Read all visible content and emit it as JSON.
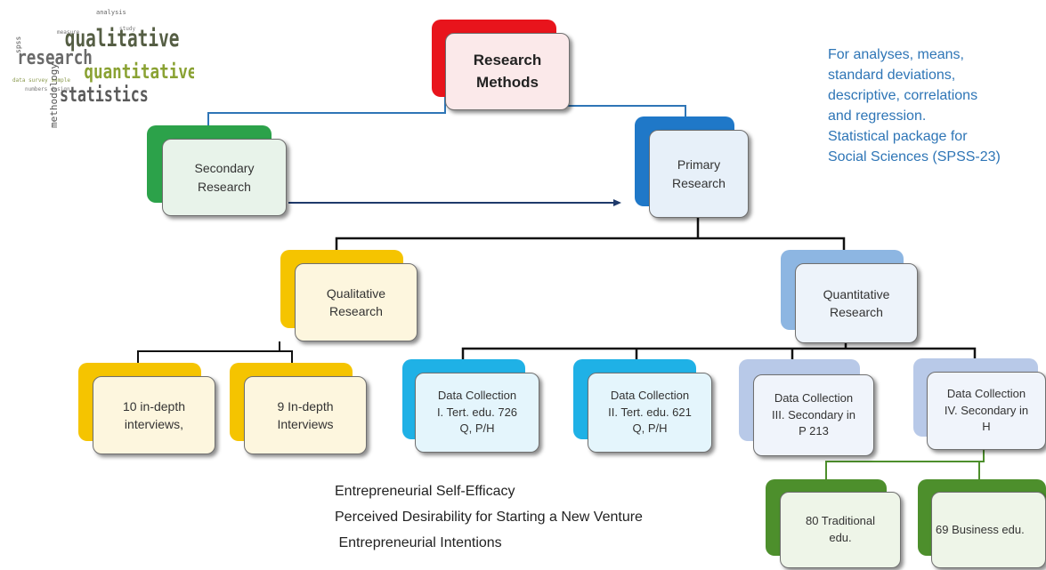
{
  "word_cloud": {
    "words": [
      "qualitative",
      "research",
      "quantitative",
      "statistics",
      "methodology",
      "spss",
      "analysis"
    ]
  },
  "nodes": {
    "research_methods": "Research\nMethods",
    "secondary_research": "Secondary\nResearch",
    "primary_research": "Primary\nResearch",
    "qualitative_research": "Qualitative\nResearch",
    "quantitative_research": "Quantitative\nResearch",
    "interviews_10": "10 in-depth\ninterviews,",
    "interviews_9": "9 In-depth\nInterviews",
    "data_collection_1": "Data Collection\nI. Tert. edu.  726\nQ, P/H",
    "data_collection_2": "Data Collection\nII. Tert. edu. 621\nQ, P/H",
    "data_collection_3": "Data Collection\nIII. Secondary in\nP 213",
    "data_collection_4": "Data Collection\nIV. Secondary in\nH",
    "traditional_edu": "80 Traditional\nedu.",
    "business_edu": "69 Business edu."
  },
  "analysis_note": "For analyses, means,\nstandard deviations,\ndescriptive, correlations\nand regression.\n Statistical package for\nSocial Sciences (SPSS-23)",
  "constructs": [
    "Entrepreneurial Self-Efficacy",
    "Perceived Desirability for Starting a New Venture",
    " Entrepreneurial Intentions"
  ],
  "colors": {
    "red": "#e8141c",
    "green": "#2ca24a",
    "blue": "#1f78c8",
    "yellow": "#f5c400",
    "light_blue": "#8db6e2",
    "cyan": "#1fb1e6",
    "pale_blue": "#b8c9e8",
    "dark_green": "#4d8f2c",
    "note_text": "#2e75b6"
  }
}
